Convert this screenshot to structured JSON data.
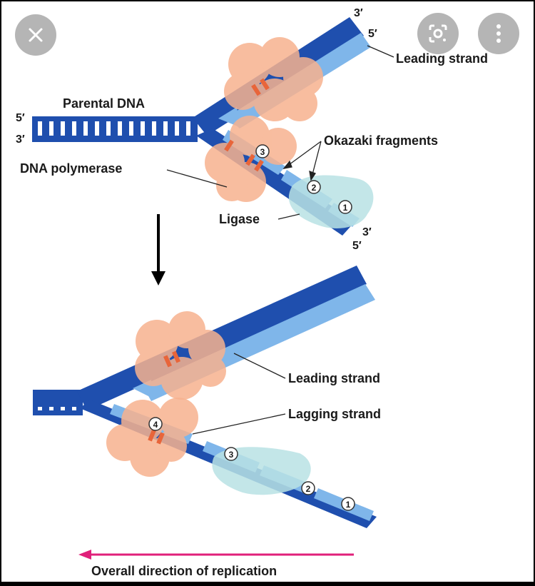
{
  "labels": {
    "top_3prime": "3′",
    "top_5prime": "5′",
    "leading_strand_1": "Leading strand",
    "parental_dna": "Parental DNA",
    "left_5prime": "5′",
    "left_3prime": "3′",
    "okazaki": "Okazaki fragments",
    "dna_polymerase": "DNA polymerase",
    "ligase": "Ligase",
    "bottom_3prime": "3′",
    "bottom_5prime": "5′",
    "leading_strand_2": "Leading strand",
    "lagging_strand": "Lagging strand",
    "direction": "Overall direction of replication",
    "n1a": "1",
    "n2a": "2",
    "n3a": "3",
    "n1b": "1",
    "n2b": "2",
    "n3b": "3",
    "n4b": "4"
  },
  "colors": {
    "strand_dark": "#1f4fae",
    "strand_light": "#7fb6ea",
    "polymerase": "#f7b28f",
    "ligase": "#b9e2e4",
    "rna_primer": "#e8653a",
    "arrow_pink": "#e0207a"
  },
  "icons": [
    "close-icon",
    "lens-icon",
    "more-vert-icon"
  ]
}
